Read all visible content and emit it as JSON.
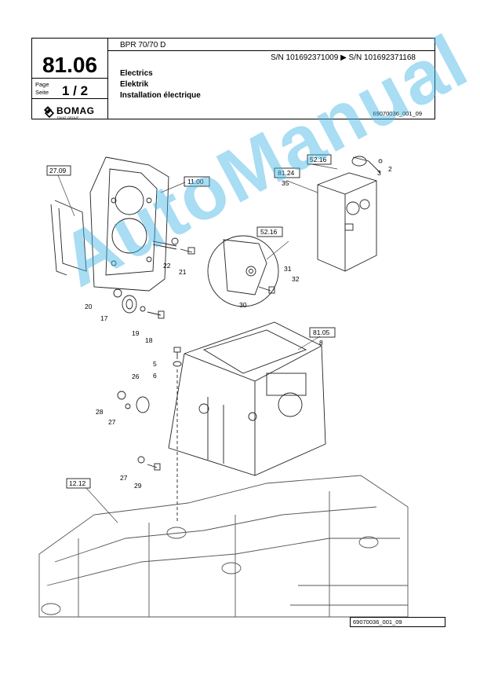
{
  "header": {
    "model": "BPR 70/70 D",
    "serial": "S/N 101692371009  ▶  S/N 101692371168",
    "section": "81.06",
    "page_label": "Page",
    "seite_label": "Seite",
    "page_number": "1 / 2",
    "brand": "BOMAG",
    "brand_sub": "FAYAT GROUP",
    "title_en": "Electrics",
    "title_de": "Elektrik",
    "title_fr": "Installation électrique",
    "doc_number": "69070036_001_09"
  },
  "figure": {
    "refs": [
      "27.09",
      "11.00",
      "52.16",
      "81.24",
      "52.16",
      "81.05",
      "12.12"
    ],
    "ref_sub": [
      "35",
      "8"
    ],
    "callouts": [
      "2",
      "3",
      "21",
      "22",
      "20",
      "17",
      "19",
      "18",
      "31",
      "32",
      "30",
      "5",
      "6",
      "26",
      "28",
      "27",
      "27",
      "29"
    ],
    "figure_number": "69070036_001_09"
  },
  "watermark": "AutoManual"
}
